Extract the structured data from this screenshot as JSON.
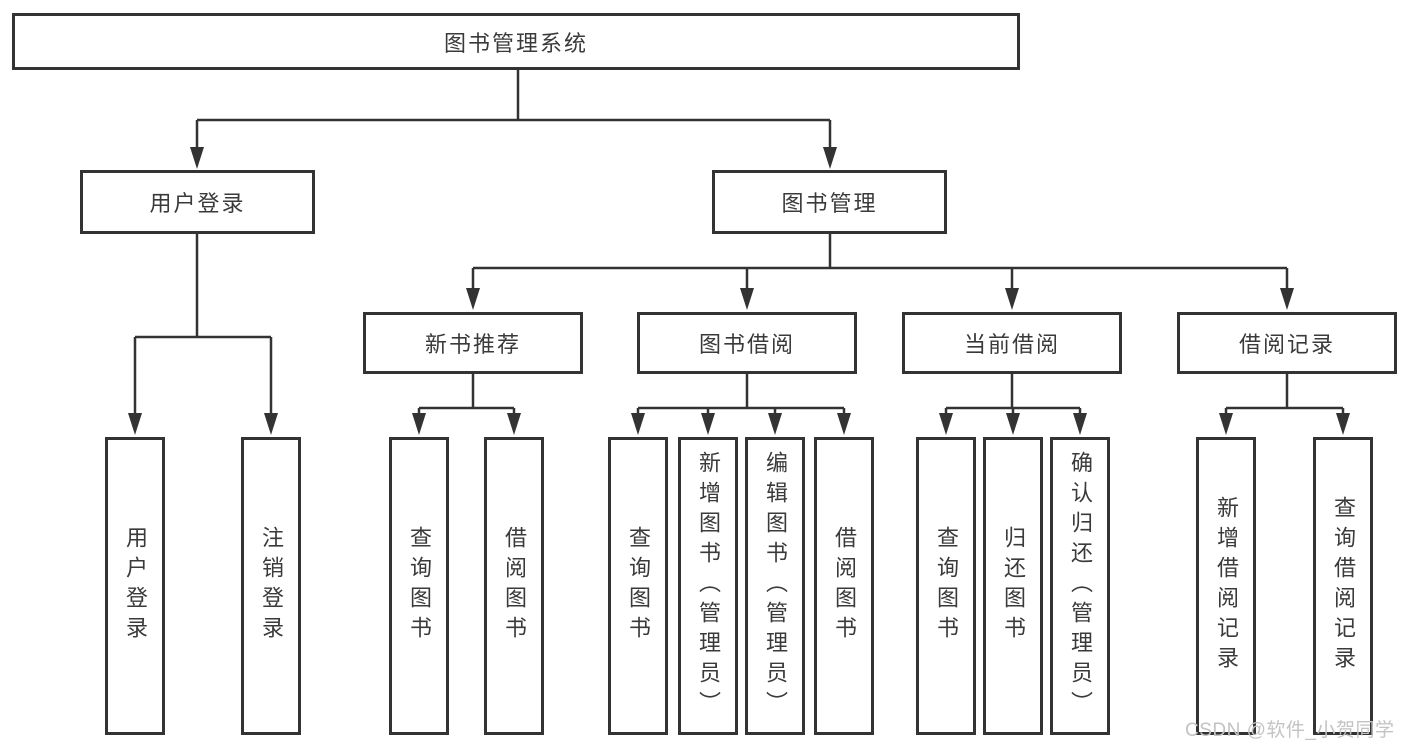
{
  "diagram": {
    "root": {
      "label": "图书管理系统"
    },
    "branches": [
      {
        "label": "用户登录",
        "children": [
          {
            "label": "用户登录"
          },
          {
            "label": "注销登录"
          }
        ]
      },
      {
        "label": "图书管理",
        "children": [
          {
            "label": "新书推荐",
            "children": [
              {
                "label": "查询图书"
              },
              {
                "label": "借阅图书"
              }
            ]
          },
          {
            "label": "图书借阅",
            "children": [
              {
                "label": "查询图书"
              },
              {
                "label": "新增图书（管理员）"
              },
              {
                "label": "编辑图书（管理员）"
              },
              {
                "label": "借阅图书"
              }
            ]
          },
          {
            "label": "当前借阅",
            "children": [
              {
                "label": "查询图书"
              },
              {
                "label": "归还图书"
              },
              {
                "label": "确认归还（管理员）"
              }
            ]
          },
          {
            "label": "借阅记录",
            "children": [
              {
                "label": "新增借阅记录"
              },
              {
                "label": "查询借阅记录"
              }
            ]
          }
        ]
      }
    ],
    "watermark": "CSDN @软件_小贺同学",
    "colors": {
      "background": "#ffffff",
      "box_border": "#333333",
      "box_fill": "#ffffff",
      "text": "#3a3a3a",
      "connector": "#333333",
      "watermark": "#c3c3c3"
    }
  }
}
